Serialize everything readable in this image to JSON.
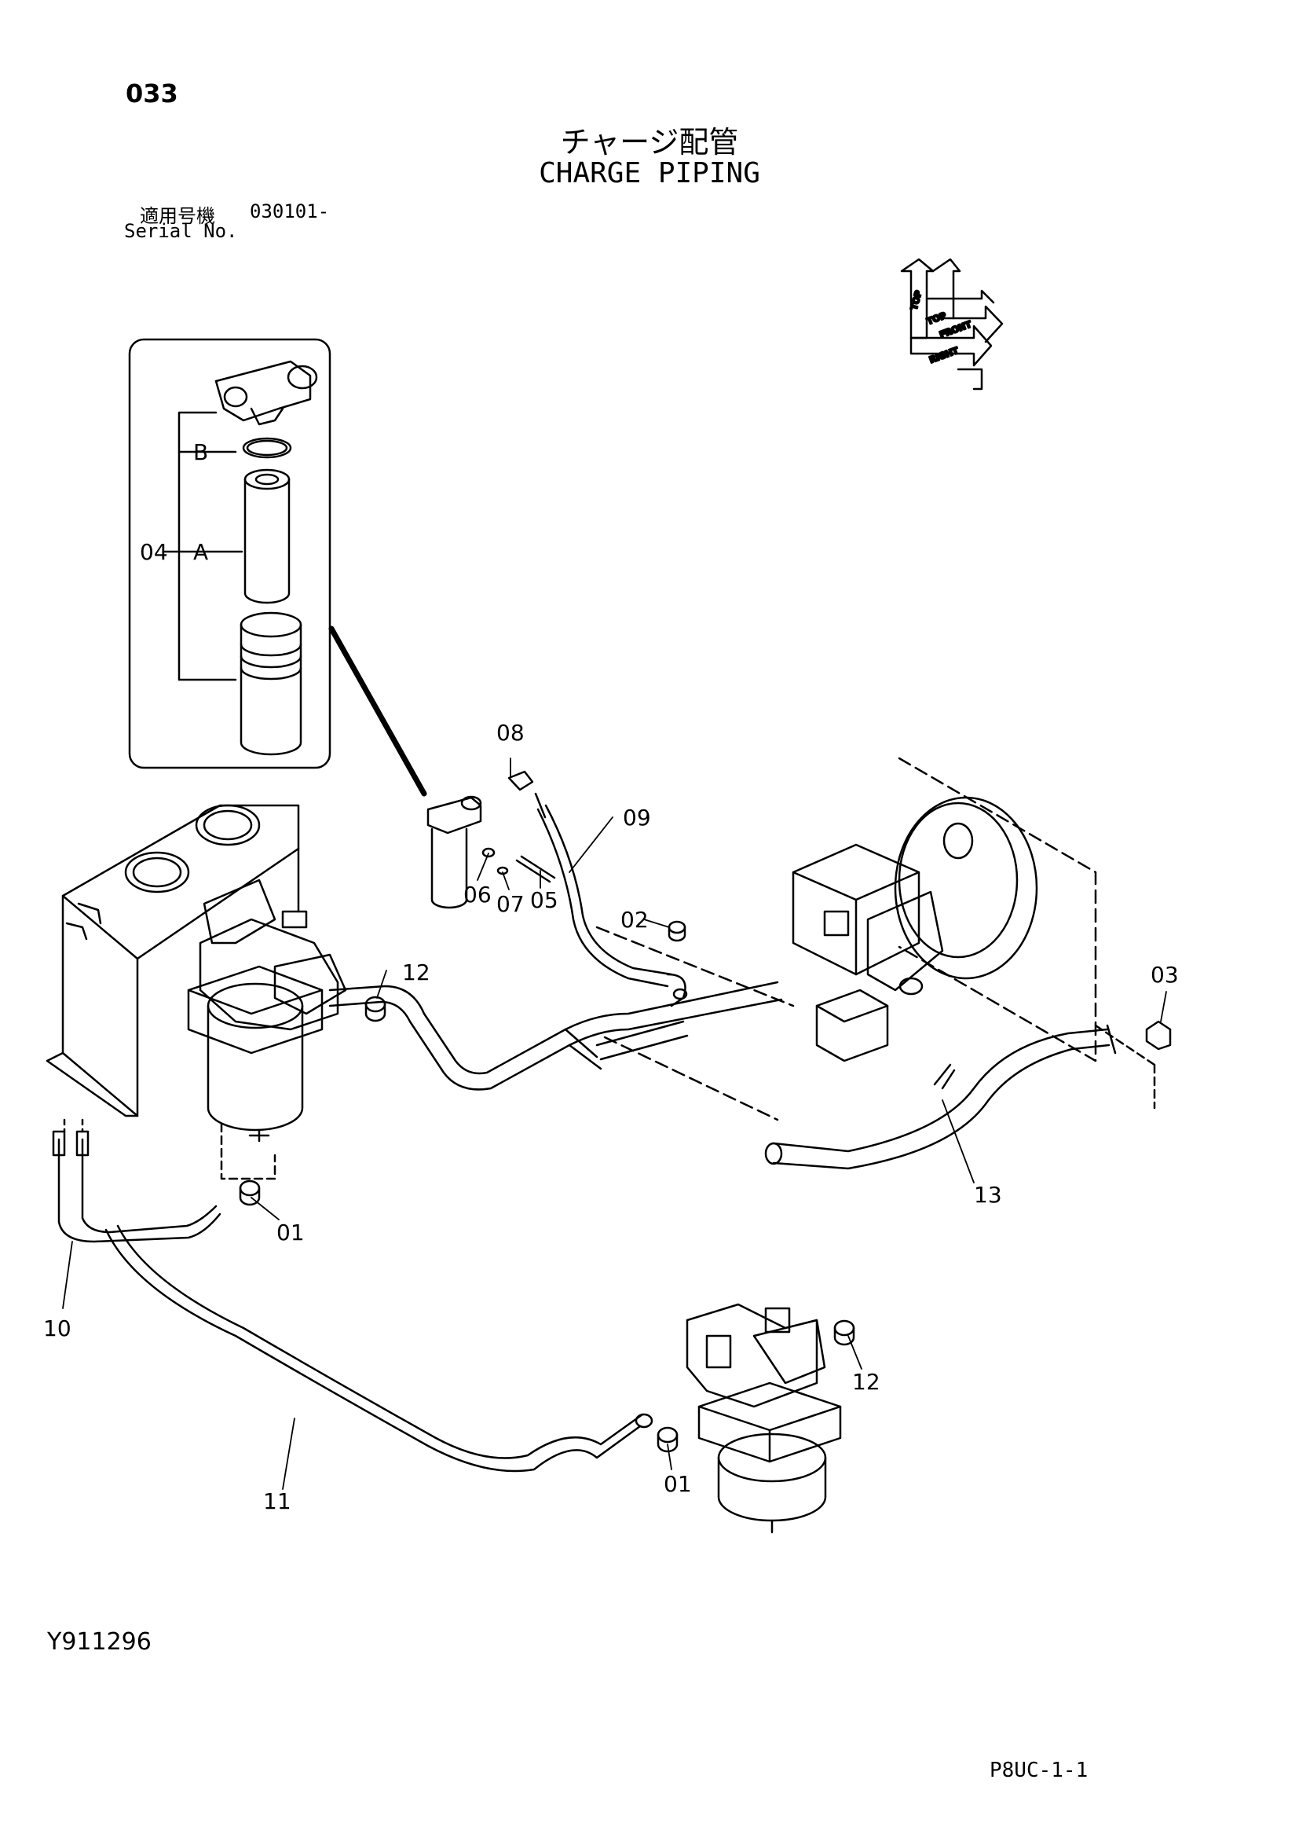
{
  "header": {
    "page_number": "033",
    "title_jp": "チャージ配管",
    "title_en": "CHARGE PIPING",
    "serial_label_jp": "適用号機",
    "serial_value": "030101-",
    "serial_label_en": "Serial No."
  },
  "orientation": {
    "top": "TOP",
    "front": "FRONT",
    "right": "RIGHT"
  },
  "callouts": {
    "c01a": "01",
    "c01b": "01",
    "c02": "02",
    "c03": "03",
    "c04": "04",
    "c05": "05",
    "c06": "06",
    "c07": "07",
    "c08": "08",
    "c09": "09",
    "c10": "10",
    "c11": "11",
    "c12a": "12",
    "c12b": "12",
    "c13": "13",
    "subA": "A",
    "subB": "B"
  },
  "footer": {
    "drawing_number": "Y911296",
    "sheet_code": "P8UC-1-1"
  }
}
